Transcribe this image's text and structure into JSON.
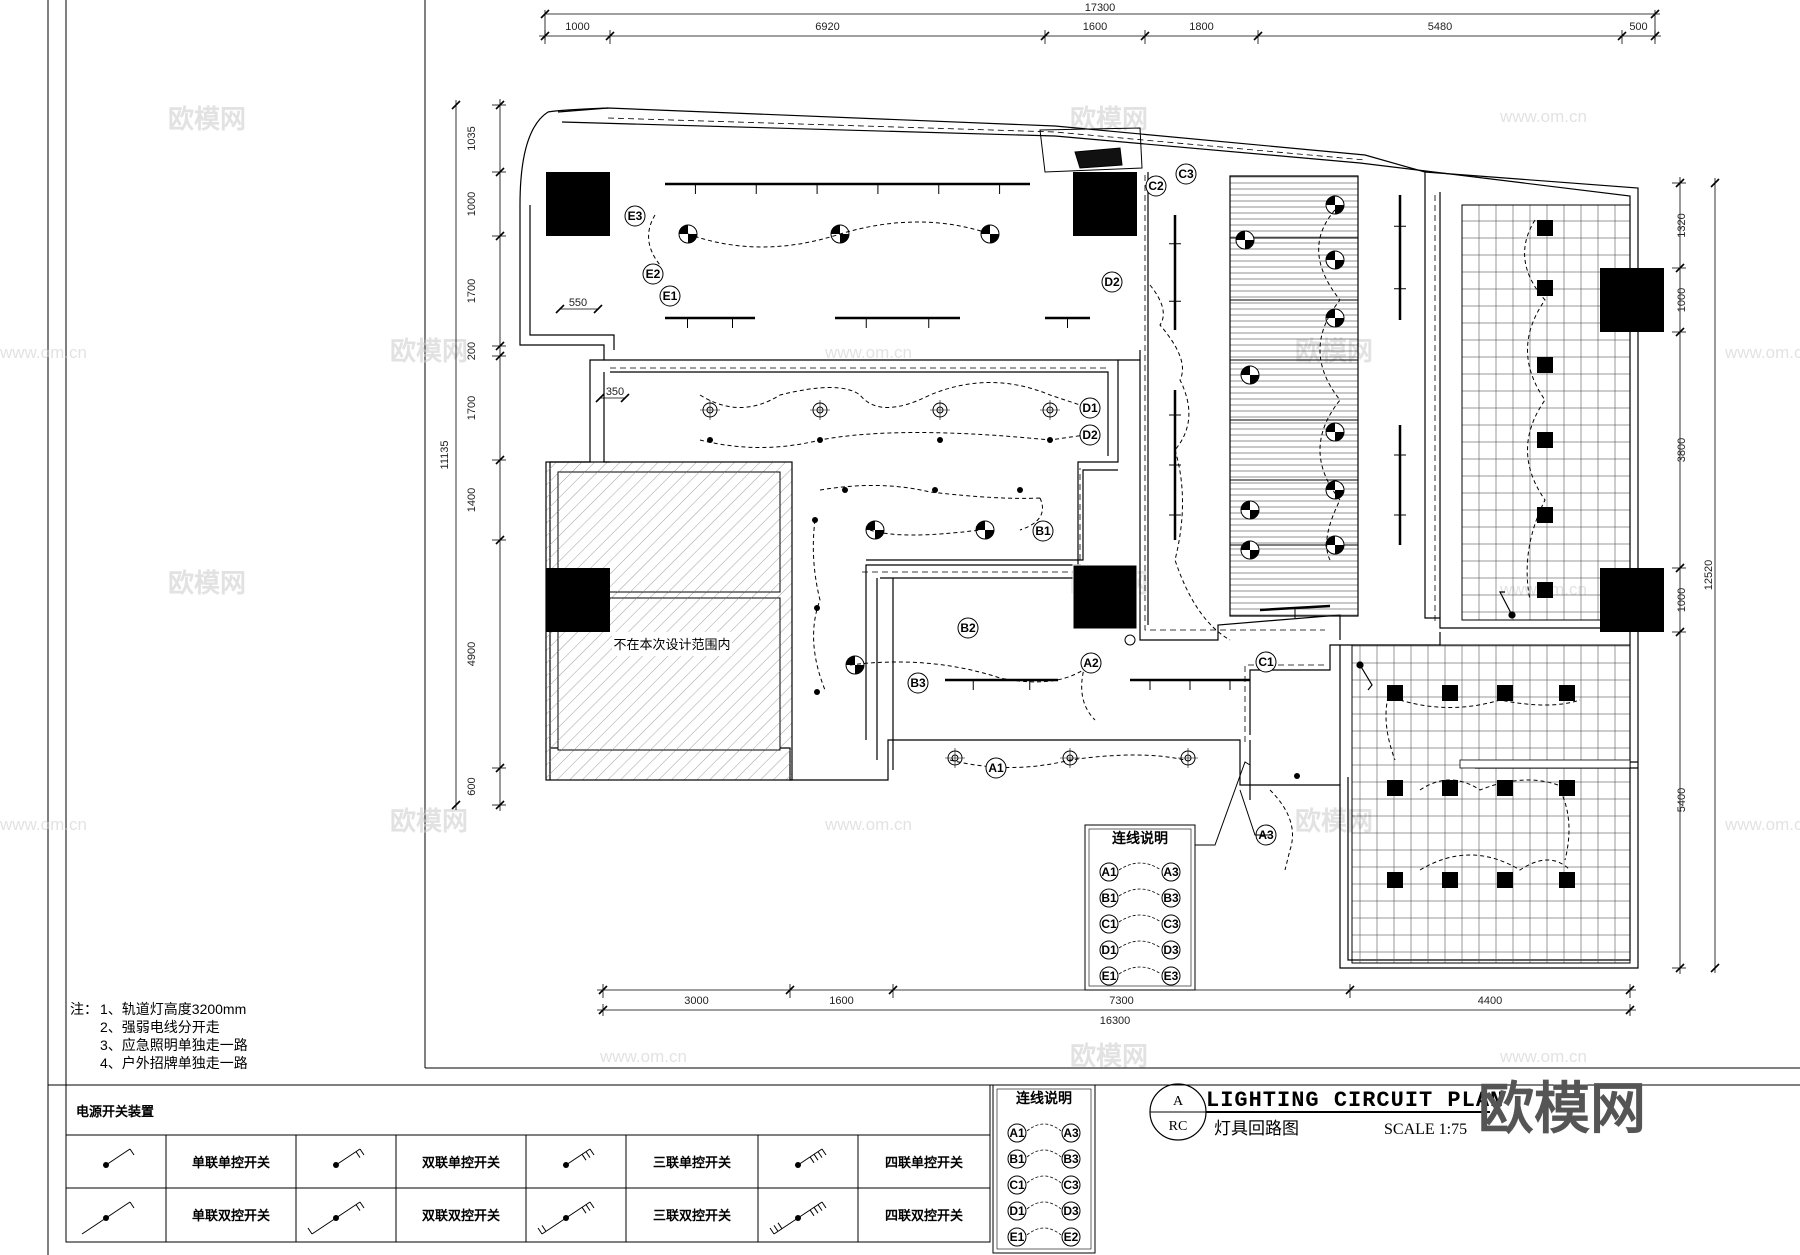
{
  "title": {
    "circle_top": "A",
    "circle_bottom": "RC",
    "main": "LIGHTING CIRCUIT PLAN",
    "sub": "灯具回路图",
    "scale": "SCALE 1:75",
    "brand": "欧模网"
  },
  "dims_top": {
    "overall": "17300",
    "segments": [
      "1000",
      "6920",
      "1600",
      "1800",
      "5480",
      "500"
    ]
  },
  "dims_bottom": {
    "overall": "16300",
    "segments": [
      "3000",
      "1600",
      "7300",
      "4400"
    ]
  },
  "dims_left": {
    "overall": "11135",
    "segments": [
      "1035",
      "1000",
      "1700",
      "200",
      "1700",
      "1400",
      "4900",
      "600"
    ]
  },
  "dims_right": {
    "overall": "12520",
    "segments": [
      "1320",
      "1000",
      "3800",
      "1000",
      "5400"
    ]
  },
  "dims_misc": [
    "550",
    "350"
  ],
  "excluded_area_label": "不在本次设计范围内",
  "circuit_tags": [
    "A1",
    "A2",
    "A3",
    "B1",
    "B2",
    "B3",
    "C1",
    "C2",
    "C3",
    "D1",
    "D2",
    "E1",
    "E2",
    "E3"
  ],
  "legend_box": {
    "title": "连线说明",
    "pairs": [
      [
        "A1",
        "A3"
      ],
      [
        "B1",
        "B3"
      ],
      [
        "C1",
        "C3"
      ],
      [
        "D1",
        "D3"
      ],
      [
        "E1",
        "E3"
      ]
    ]
  },
  "legend_small": {
    "title": "连线说明",
    "pairs": [
      [
        "A1",
        "A3"
      ],
      [
        "B1",
        "B3"
      ],
      [
        "C1",
        "C3"
      ],
      [
        "D1",
        "D3"
      ],
      [
        "E1",
        "E2"
      ]
    ]
  },
  "notes": {
    "prefix": "注：",
    "items": [
      "1、轨道灯高度3200mm",
      "2、强弱电线分开走",
      "3、应急照明单独走一路",
      "4、户外招牌单独走一路"
    ]
  },
  "switch_table": {
    "title": "电源开关装置",
    "row1": [
      "单联单控开关",
      "双联单控开关",
      "三联单控开关",
      "四联单控开关"
    ],
    "row2": [
      "单联双控开关",
      "双联双控开关",
      "三联双控开关",
      "四联双控开关"
    ]
  },
  "watermark": {
    "text": "欧模网",
    "url": "www.om.cn"
  }
}
